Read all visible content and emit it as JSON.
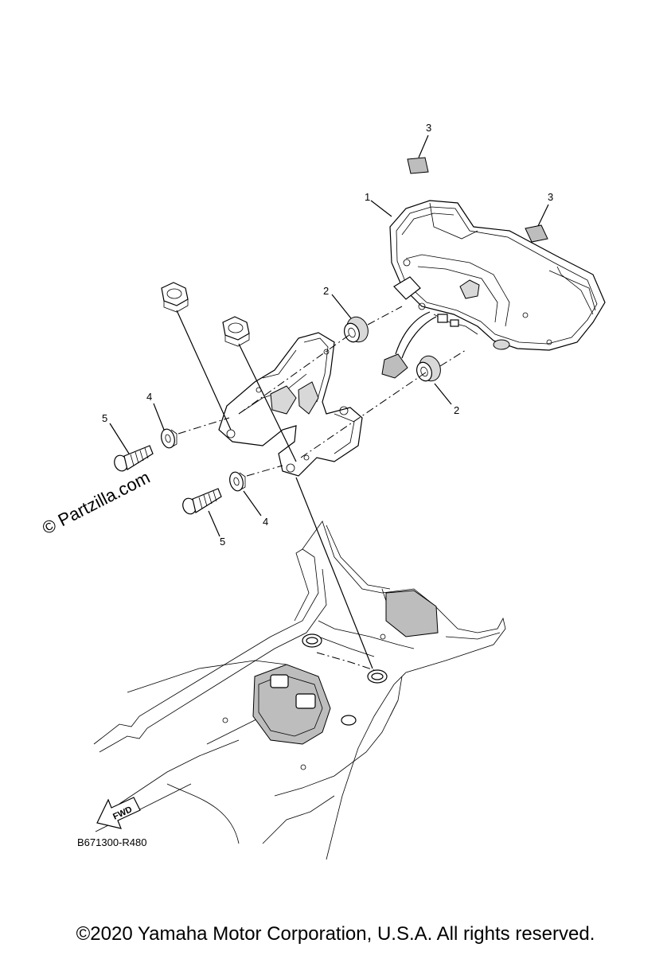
{
  "callouts": [
    {
      "id": "c3a",
      "text": "3"
    },
    {
      "id": "c3b",
      "text": "3"
    },
    {
      "id": "c1",
      "text": "1"
    },
    {
      "id": "c2a",
      "text": "2"
    },
    {
      "id": "c2b",
      "text": "2"
    },
    {
      "id": "c4a",
      "text": "4"
    },
    {
      "id": "c4b",
      "text": "4"
    },
    {
      "id": "c5a",
      "text": "5"
    },
    {
      "id": "c5b",
      "text": "5"
    }
  ],
  "fwd_arrow_label": "FWD",
  "diagram_code": "B671300-R480",
  "watermark": "© Partzilla.com",
  "copyright": "©2020 Yamaha Motor Corporation, U.S.A. All rights reserved."
}
